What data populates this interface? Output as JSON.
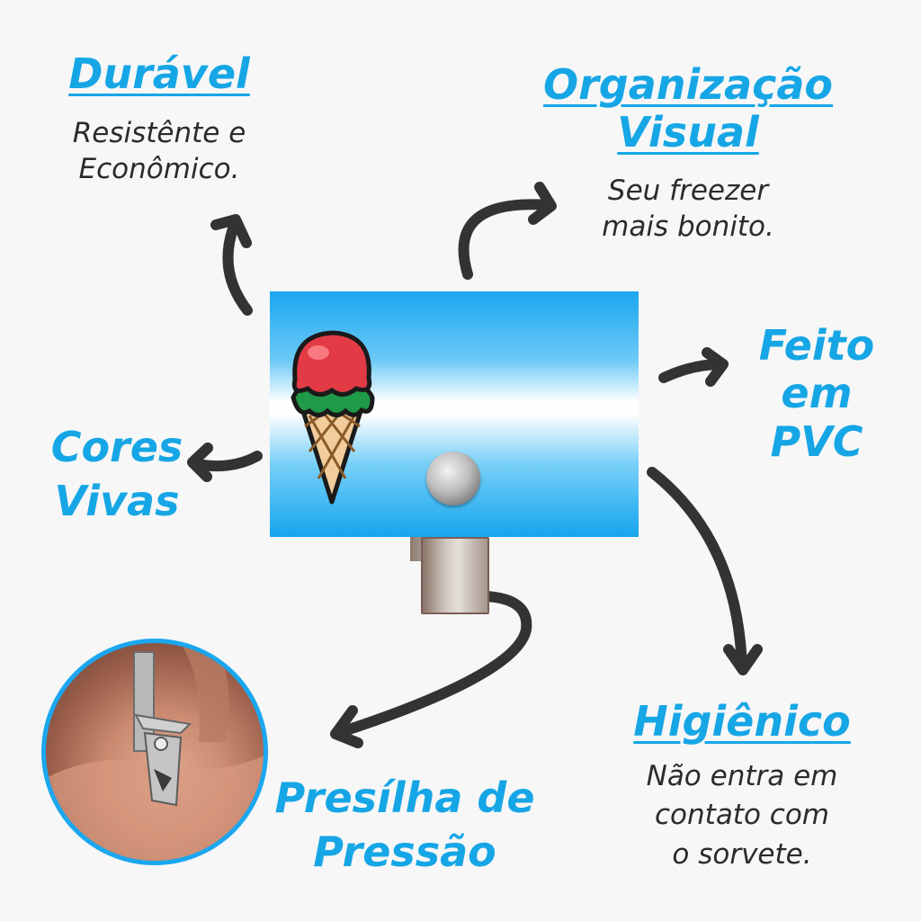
{
  "features": {
    "duravel": {
      "title": "Durável",
      "desc_line1": "Resistênte e",
      "desc_line2": "Econômico."
    },
    "organizacao": {
      "title_line1": "Organização",
      "title_line2": "Visual",
      "desc_line1": "Seu freezer",
      "desc_line2": "mais bonito."
    },
    "pvc": {
      "line1": "Feito",
      "line2": "em",
      "line3": "PVC"
    },
    "cores": {
      "line1": "Cores",
      "line2": "Vivas"
    },
    "higienico": {
      "title": "Higiênico",
      "desc_line1": "Não entra em",
      "desc_line2": "contato com",
      "desc_line3": "o sorvete."
    },
    "presilha": {
      "line1": "Presílha de",
      "line2": "Pressão"
    }
  },
  "colors": {
    "accent": "#16a6e6",
    "text": "#2b2b2b",
    "arrow": "#333333"
  },
  "icons": [
    "ice-cream-icon",
    "rivet-icon",
    "clip-icon",
    "arrow-icon"
  ]
}
